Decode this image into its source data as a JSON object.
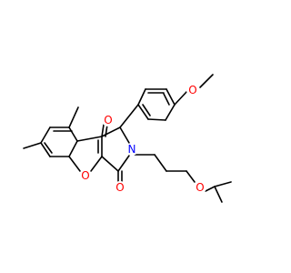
{
  "structure": {
    "atoms": [
      {
        "id": "o_methoxy",
        "symbol": "O",
        "color": "#ff0000"
      },
      {
        "id": "o_ketone",
        "symbol": "O",
        "color": "#ff0000"
      },
      {
        "id": "n_ring",
        "symbol": "N",
        "color": "#0000ff"
      },
      {
        "id": "o_chromene",
        "symbol": "O",
        "color": "#ff0000"
      },
      {
        "id": "o_lactam",
        "symbol": "O",
        "color": "#ff0000"
      },
      {
        "id": "o_ether",
        "symbol": "O",
        "color": "#ff0000"
      }
    ],
    "bond_color": "#000000"
  }
}
